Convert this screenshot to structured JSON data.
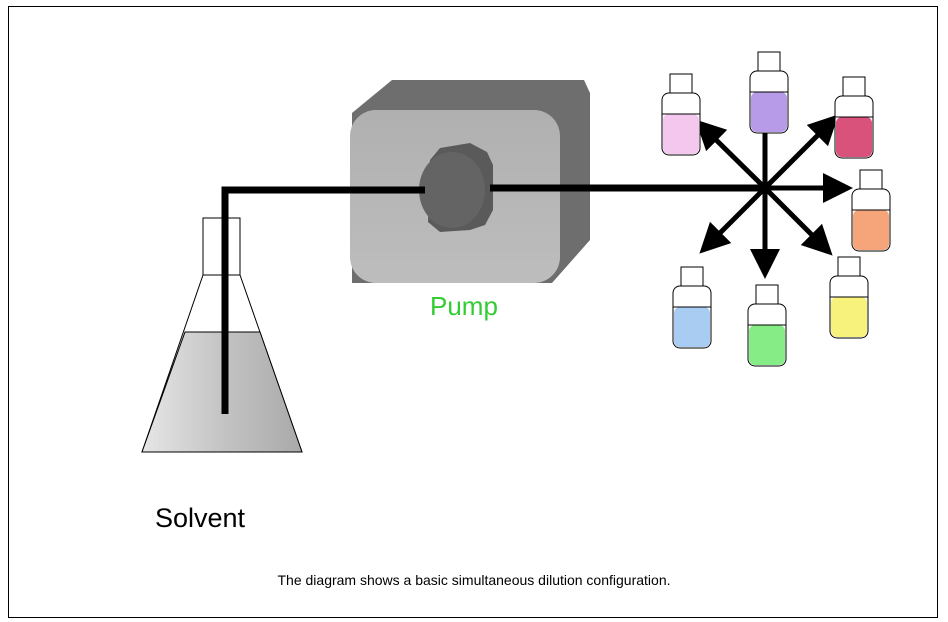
{
  "labels": {
    "pump": "Pump",
    "solvent": "Solvent",
    "caption": "The diagram shows a basic simultaneous dilution configuration."
  },
  "colors": {
    "pump_label": "#33cc33",
    "line": "#000000",
    "pump_body": "#b5b5b5",
    "pump_shadow": "#6f6f6f",
    "solvent_liquid": "#c8c8c8"
  },
  "vials": [
    {
      "name": "vial-top-left",
      "liquid": "#f4c8ee"
    },
    {
      "name": "vial-top",
      "liquid": "#b79ae8"
    },
    {
      "name": "vial-top-right",
      "liquid": "#d8527c"
    },
    {
      "name": "vial-right",
      "liquid": "#f6a57a"
    },
    {
      "name": "vial-bottom-right",
      "liquid": "#f6f27c"
    },
    {
      "name": "vial-bottom",
      "liquid": "#86ec86"
    },
    {
      "name": "vial-bottom-left",
      "liquid": "#a9cdf2"
    }
  ]
}
